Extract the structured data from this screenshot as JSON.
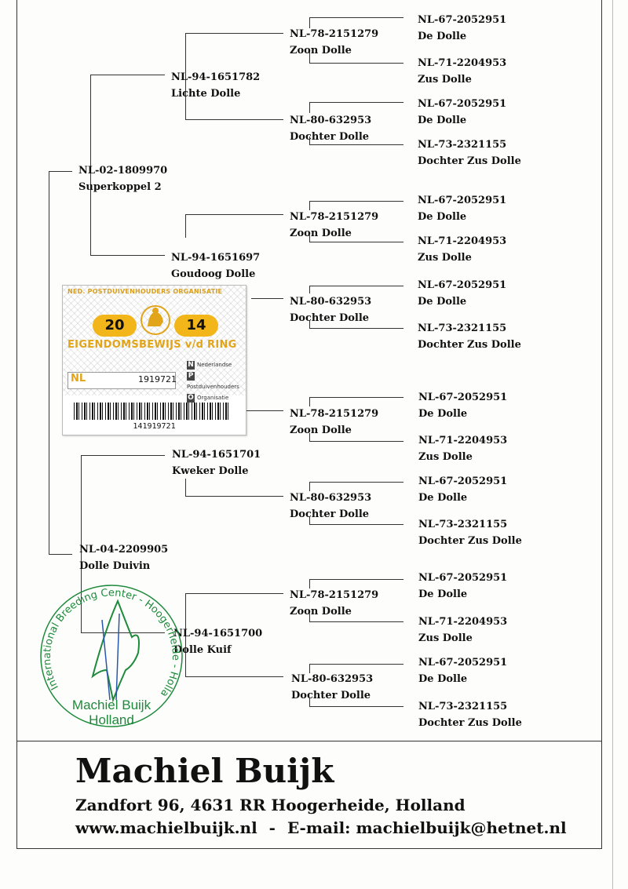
{
  "pedigree": {
    "subject": {
      "ring": "NL-02-1809970",
      "name": "Superkoppel 2"
    },
    "subject2": {
      "ring": "NL-04-2209905",
      "name": "Dolle Duivin"
    },
    "parents": [
      {
        "ring": "NL-94-1651782",
        "name": "Lichte Dolle"
      },
      {
        "ring": "NL-94-1651697",
        "name": "Goudoog Dolle"
      },
      {
        "ring": "NL-94-1651701",
        "name": "Kweker Dolle"
      },
      {
        "ring": "NL-94-1651700",
        "name": "Dolle Kuif"
      }
    ],
    "grandparents": [
      {
        "ring": "NL-78-2151279",
        "name": "Zoon Dolle"
      },
      {
        "ring": "NL-80-632953",
        "name": "Dochter Dolle"
      },
      {
        "ring": "NL-78-2151279",
        "name": "Zoon Dolle"
      },
      {
        "ring": "NL-80-632953",
        "name": "Dochter Dolle"
      },
      {
        "ring": "NL-78-2151279",
        "name": "Zoon Dolle"
      },
      {
        "ring": "NL-80-632953",
        "name": "Dochter Dolle"
      },
      {
        "ring": "NL-78-2151279",
        "name": "Zoon Dolle"
      },
      {
        "ring": "NL-80-632953",
        "name": "Dochter Dolle"
      }
    ],
    "great_grandparents": [
      {
        "ring": "NL-67-2052951",
        "name": "De Dolle"
      },
      {
        "ring": "NL-71-2204953",
        "name": "Zus Dolle"
      },
      {
        "ring": "NL-67-2052951",
        "name": "De Dolle"
      },
      {
        "ring": "NL-73-2321155",
        "name": "Dochter Zus Dolle"
      },
      {
        "ring": "NL-67-2052951",
        "name": "De Dolle"
      },
      {
        "ring": "NL-71-2204953",
        "name": "Zus Dolle"
      },
      {
        "ring": "NL-67-2052951",
        "name": "De Dolle"
      },
      {
        "ring": "NL-73-2321155",
        "name": "Dochter Zus Dolle"
      },
      {
        "ring": "NL-67-2052951",
        "name": "De Dolle"
      },
      {
        "ring": "NL-71-2204953",
        "name": "Zus Dolle"
      },
      {
        "ring": "NL-67-2052951",
        "name": "De Dolle"
      },
      {
        "ring": "NL-73-2321155",
        "name": "Dochter Zus Dolle"
      },
      {
        "ring": "NL-67-2052951",
        "name": "De Dolle"
      },
      {
        "ring": "NL-71-2204953",
        "name": "Zus Dolle"
      },
      {
        "ring": "NL-67-2052951",
        "name": "De Dolle"
      },
      {
        "ring": "NL-73-2321155",
        "name": "Dochter Zus Dolle"
      }
    ]
  },
  "ring_card": {
    "organisation": "NED. POSTDUIVENHOUDERS ORGANISATIE",
    "year_left": "20",
    "year_right": "14",
    "title": "EIGENDOMSBEWIJS v/d RING",
    "country": "NL",
    "number": "1919721",
    "npo_lines": [
      "Nederlandse",
      "Postduivenhouders",
      "Organisatie"
    ],
    "npo_letters": [
      "N",
      "P",
      "O"
    ],
    "barcode_number": "141919721"
  },
  "stamp": {
    "text": "International Breeding Center - Hoogerheide - Holland",
    "name_line1": "Machiel Buijk",
    "name_line2": "Holland",
    "color": "#1e8a3c"
  },
  "footer": {
    "name": "Machiel Buijk",
    "address": "Zandfort 96, 4631 RR Hoogerheide, Holland",
    "website": "www.machielbuijk.nl",
    "separator": "-",
    "email": "E-mail: machielbuijk@hetnet.nl"
  },
  "colors": {
    "ink": "#111111",
    "card_accent": "#e2a419",
    "stamp_green": "#1e8a3c"
  }
}
